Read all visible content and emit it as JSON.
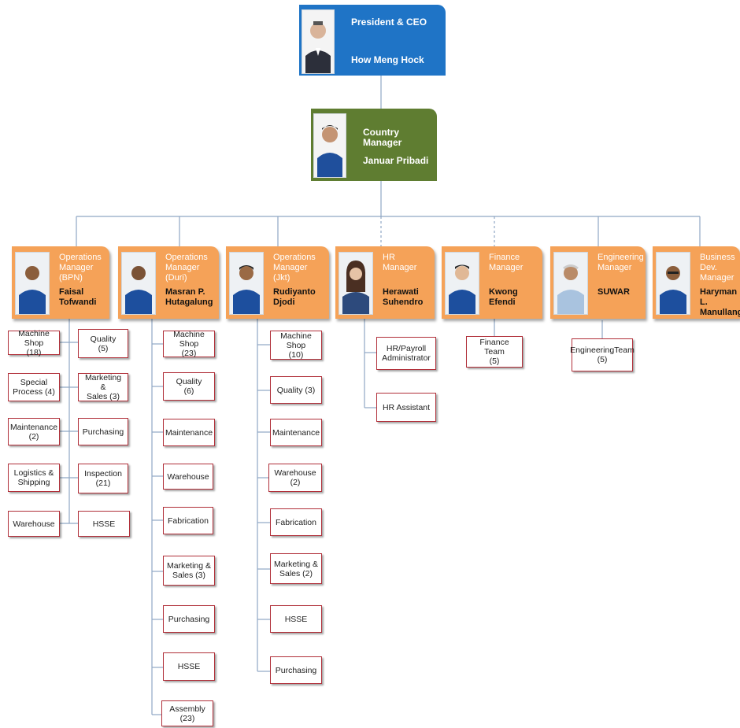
{
  "president": {
    "title": "President  & CEO",
    "name": "How Meng Hock"
  },
  "country_manager": {
    "title": "Country Manager",
    "name": "Januar Pribadi"
  },
  "managers": [
    {
      "title": "Operations\nManager (BPN)",
      "name": "Faisal Tofwandi"
    },
    {
      "title": "Operations\nManager (Duri)",
      "name": "Masran P.\nHutagalung"
    },
    {
      "title": "Operations\nManager (Jkt)",
      "name": "Rudiyanto Djodi"
    },
    {
      "title": "HR Manager",
      "name": "Herawati\nSuhendro"
    },
    {
      "title": "Finance\nManager",
      "name": "Kwong Efendi"
    },
    {
      "title": "Engineering\nManager",
      "name": "SUWAR"
    },
    {
      "title": "Business Dev.\nManager",
      "name": "Haryman L.\nManullang"
    }
  ],
  "bpn_left": [
    "Machine Shop\n(18)",
    "Special\nProcess (4)",
    "Maintenance\n(2)",
    "Logistics &\nShipping",
    "Warehouse"
  ],
  "bpn_right": [
    "Quality\n(5)",
    "Marketing &\nSales (3)",
    "Purchasing",
    "Inspection\n(21)",
    "HSSE"
  ],
  "duri_units": [
    "Machine Shop\n(23)",
    "Quality\n(6)",
    "Maintenance",
    "Warehouse",
    "Fabrication",
    "Marketing &\nSales (3)",
    "Purchasing",
    "HSSE",
    "Assembly (23)"
  ],
  "jkt_units": [
    "Machine Shop\n(10)",
    "Quality (3)",
    "Maintenance",
    "Warehouse (2)",
    "Fabrication",
    "Marketing &\nSales (2)",
    "HSSE",
    "Purchasing"
  ],
  "hr_units": [
    "HR/Payroll\nAdministrator",
    "HR Assistant"
  ],
  "finance_units": [
    "Finance Team\n(5)"
  ],
  "engineering_units": [
    "EngineeringTeam\n(5)"
  ]
}
